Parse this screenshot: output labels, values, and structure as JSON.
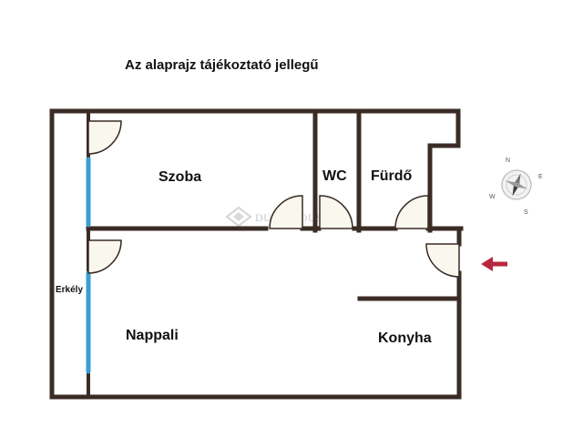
{
  "title": "Az alaprajz tájékoztató jellegű",
  "rooms": {
    "szoba": "Szoba",
    "wc": "WC",
    "furdo": "Fürdő",
    "erkely": "Erkély",
    "nappali": "Nappali",
    "konyha": "Konyha"
  },
  "watermark": "DUNA HOUSE",
  "compass": {
    "n": "N",
    "e": "E",
    "s": "S",
    "w": "W"
  },
  "colors": {
    "wall": "#3a2c25",
    "window": "#3b9fd4",
    "door_fill": "#faf7ee",
    "entrance_arrow": "#b8283d",
    "watermark": "#c4c4c4"
  },
  "icons": {
    "entrance": "entrance-arrow-icon",
    "compass": "compass-rose-icon",
    "watermark_logo": "house-logo-icon"
  }
}
